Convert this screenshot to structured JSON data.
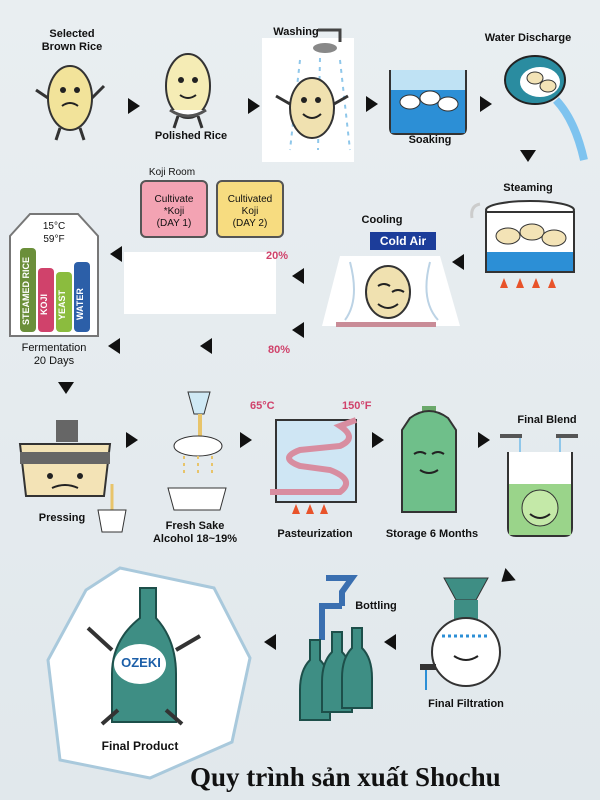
{
  "steps": {
    "selected_brown_rice": "Selected\nBrown Rice",
    "polished_rice": "Polished Rice",
    "washing": "Washing",
    "soaking": "Soaking",
    "water_discharge": "Water Discharge",
    "steaming": "Steaming",
    "cooling": "Cooling",
    "cold_air": "Cold Air",
    "koji_room": "Koji Room",
    "cultivate_koji": "Cultivate\n*Koji\n(DAY 1)",
    "cultivated_koji": "Cultivated\nKoji\n(DAY 2)",
    "pct_20": "20%",
    "pct_80": "80%",
    "ferment_temp": "15°C\n59°F",
    "tank_steamed_rice": "STEAMED RICE",
    "tank_koji": "KOJI",
    "tank_yeast": "YEAST",
    "tank_water": "WATER",
    "fermentation": "Fermentation\n20 Days",
    "pressing": "Pressing",
    "fresh_sake": "Fresh Sake\nAlcohol 18~19%",
    "temp_c": "65°C",
    "temp_f": "150°F",
    "pasteurization": "Pasteurization",
    "storage": "Storage 6 Months",
    "final_blend": "Final Blend",
    "final_filtration": "Final Filtration",
    "bottling": "Bottling",
    "brand": "OZEKI",
    "final_product": "Final Product"
  },
  "title": "Quy trình sản xuất Shochu",
  "colors": {
    "water": "#2c8fd6",
    "koji_pink": "#f3a3b3",
    "koji_yellow": "#f7dc80",
    "bottle_green": "#3e8e84",
    "tank_green": "#7fc79a",
    "flame": "#e8532a",
    "pink_text": "#d0426b"
  }
}
